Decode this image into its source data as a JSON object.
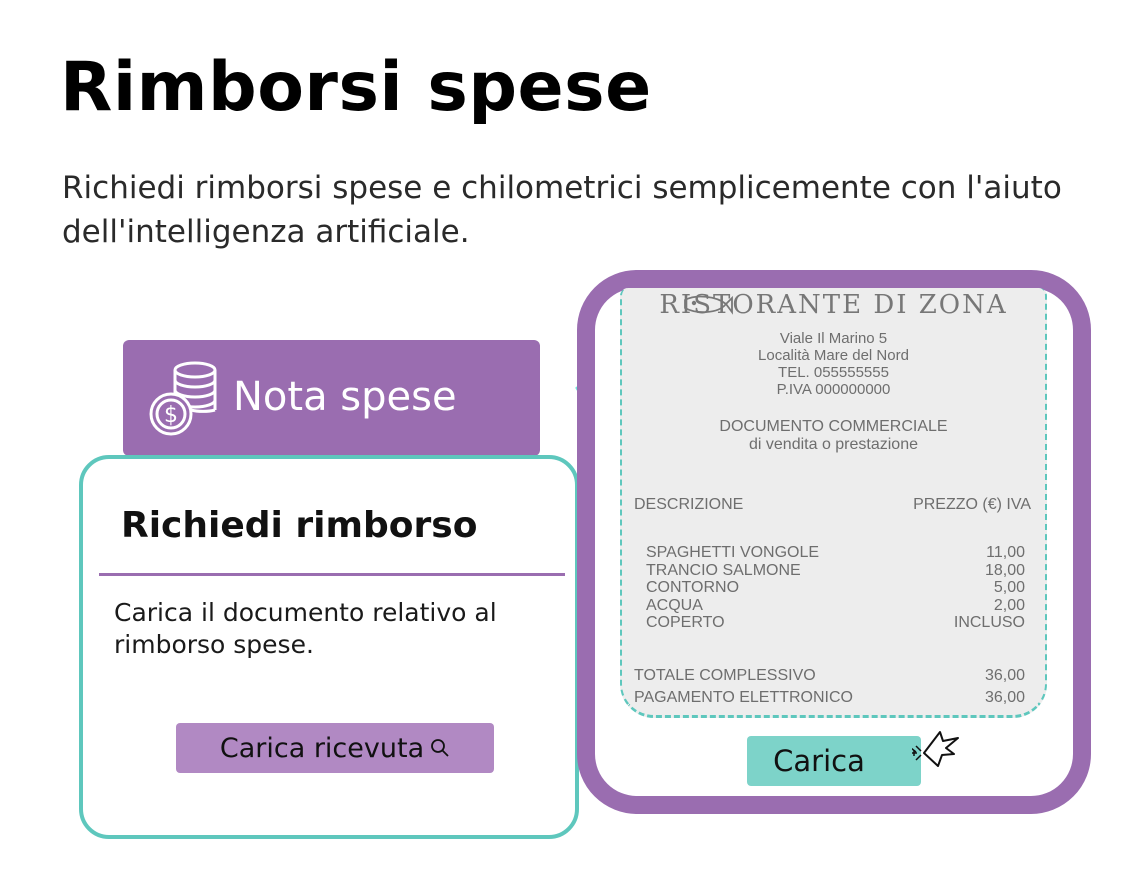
{
  "page": {
    "title": "Rimborsi spese",
    "subtitle": "Richiedi rimborsi spese e chilometrici semplicemente con l'aiuto dell'intelligenza artificiale."
  },
  "nota_spese": {
    "label": "Nota spese",
    "icon": "coins-dollar-icon",
    "dropdown_icon": "triangle-down-icon"
  },
  "card": {
    "title": "Richiedi rimborso",
    "text": "Carica il documento relativo al rimborso spese.",
    "button_label": "Carica ricevuta",
    "button_icon": "magnifier-icon"
  },
  "receipt": {
    "header": "RISTORANTE DI ZONA",
    "address": [
      "Viale Il Marino 5",
      "Località Mare del Nord",
      "TEL. 055555555",
      "P.IVA 000000000"
    ],
    "doc_title": "DOCUMENTO COMMERCIALE",
    "doc_subtitle": "di vendita o prestazione",
    "col_desc": "DESCRIZIONE",
    "col_price": "PREZZO (€) IVA",
    "items": [
      {
        "name": "SPAGHETTI VONGOLE",
        "price": "11,00"
      },
      {
        "name": "TRANCIO SALMONE",
        "price": "18,00"
      },
      {
        "name": "CONTORNO",
        "price": "5,00"
      },
      {
        "name": "ACQUA",
        "price": "2,00"
      },
      {
        "name": "COPERTO",
        "price": "INCLUSO"
      }
    ],
    "totals": [
      {
        "label": "TOTALE COMPLESSIVO",
        "value": "36,00"
      },
      {
        "label": "PAGAMENTO ELETTRONICO",
        "value": "36,00"
      }
    ]
  },
  "upload": {
    "button_label": "Carica",
    "cursor_icon": "pointer-cursor-icon"
  },
  "colors": {
    "purple": "#9a6db0",
    "light_purple": "#b189c3",
    "teal": "#5ec7bd",
    "light_teal": "#7dd3c9",
    "receipt_bg": "#ededed"
  }
}
